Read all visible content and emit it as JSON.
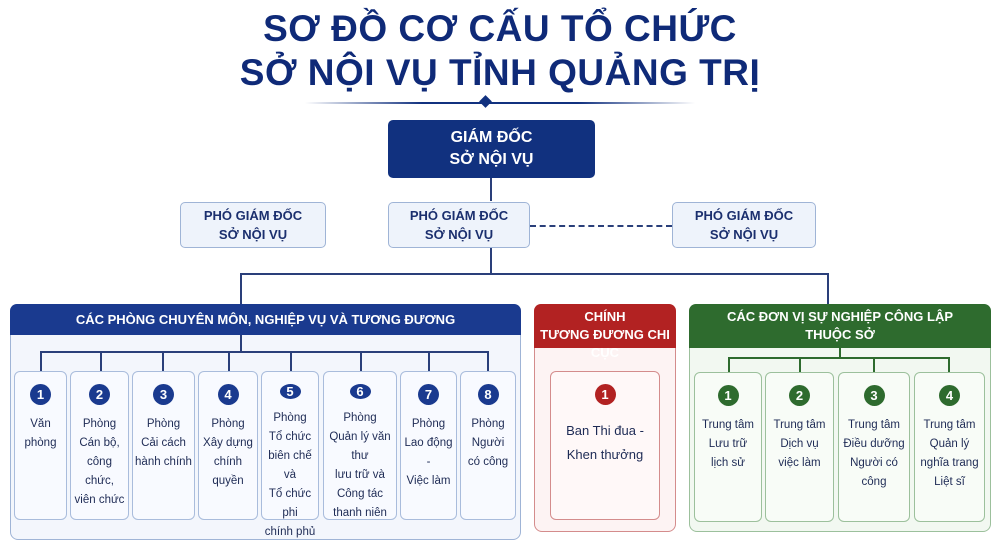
{
  "title": {
    "line1": "SƠ ĐỒ CƠ CẤU TỔ CHỨC",
    "line2": "SỞ NỘI VỤ TỈNH QUẢNG TRỊ"
  },
  "director": {
    "line1": "GIÁM ĐỐC",
    "line2": "SỞ NỘI VỤ"
  },
  "deputies": [
    {
      "line1": "PHÓ GIÁM ĐỐC",
      "line2": "SỞ NỘI VỤ"
    },
    {
      "line1": "PHÓ GIÁM ĐỐC",
      "line2": "SỞ NỘI VỤ"
    },
    {
      "line1": "PHÓ GIÁM ĐỐC",
      "line2": "SỞ NỘI VỤ"
    }
  ],
  "groups": {
    "departments": {
      "header": "CÁC PHÒNG CHUYÊN MÔN, NGHIỆP VỤ VÀ TƯƠNG ĐƯƠNG",
      "color": "#1a3a8f",
      "items": [
        {
          "num": "1",
          "lines": [
            "Văn",
            "phòng"
          ]
        },
        {
          "num": "2",
          "lines": [
            "Phòng",
            "Cán bộ,",
            "công chức,",
            "viên chức"
          ]
        },
        {
          "num": "3",
          "lines": [
            "Phòng",
            "Cải cách",
            "hành chính"
          ]
        },
        {
          "num": "4",
          "lines": [
            "Phòng",
            "Xây dựng",
            "chính quyền"
          ]
        },
        {
          "num": "5",
          "lines": [
            "Phòng",
            "Tổ chức",
            "biên chế và",
            "Tổ chức phi",
            "chính phủ"
          ]
        },
        {
          "num": "6",
          "lines": [
            "Phòng",
            "Quản lý văn thư",
            "lưu trữ và",
            "Công tác",
            "thanh niên"
          ]
        },
        {
          "num": "7",
          "lines": [
            "Phòng",
            "Lao động -",
            "Việc làm"
          ]
        },
        {
          "num": "8",
          "lines": [
            "Phòng",
            "Người",
            "có công"
          ]
        }
      ]
    },
    "administrative": {
      "header_line1": "TỔ CHỨC HÀNH CHÍNH",
      "header_line2": "TƯƠNG ĐƯƠNG CHI CỤC",
      "color": "#b22222",
      "items": [
        {
          "num": "1",
          "lines": [
            "Ban Thi đua -",
            "Khen thưởng"
          ]
        }
      ]
    },
    "public_units": {
      "header_line1": "CÁC ĐƠN VỊ SỰ NGHIỆP CÔNG LẬP",
      "header_line2": "THUỘC SỞ",
      "color": "#2e6b2e",
      "items": [
        {
          "num": "1",
          "lines": [
            "Trung tâm",
            "Lưu trữ",
            "lịch sử"
          ]
        },
        {
          "num": "2",
          "lines": [
            "Trung tâm",
            "Dịch vụ",
            "việc làm"
          ]
        },
        {
          "num": "3",
          "lines": [
            "Trung tâm",
            "Điều dưỡng",
            "Người có",
            "công"
          ]
        },
        {
          "num": "4",
          "lines": [
            "Trung tâm",
            "Quản lý",
            "nghĩa trang",
            "Liệt sĩ"
          ]
        }
      ]
    }
  }
}
